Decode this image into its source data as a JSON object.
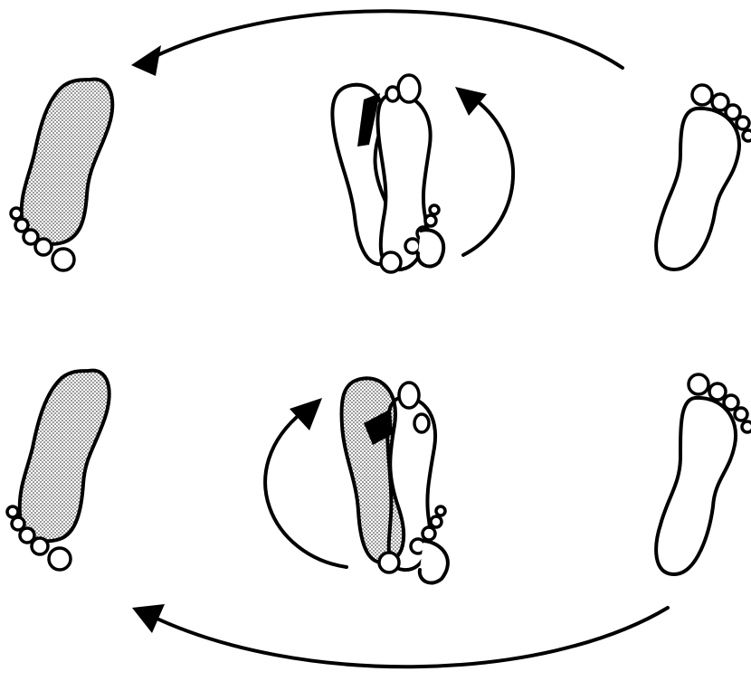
{
  "diagram": {
    "description_visible_text": "",
    "colors": {
      "ink": "#000000",
      "paper": "#ffffff",
      "shade": "#9a9a9a"
    },
    "icons": [
      "shaded-left-footprint",
      "overlapping-footprints-pivot",
      "outline-right-footprint",
      "curved-arrow"
    ]
  }
}
